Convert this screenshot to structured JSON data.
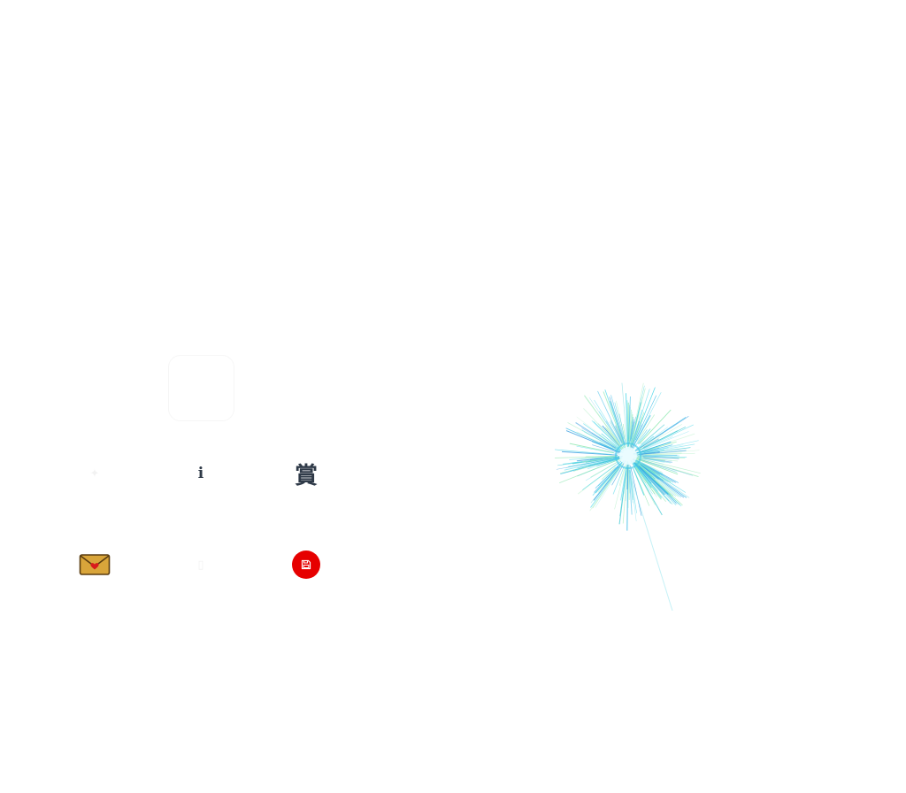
{
  "menu": {
    "items": [
      {
        "id": "share",
        "label": "",
        "icon": "share-icon"
      },
      {
        "id": "info",
        "label": "",
        "icon": "info-icon",
        "glyph": "i"
      },
      {
        "id": "award",
        "label": "",
        "icon": "award-kanji-icon",
        "glyph": "賞"
      },
      {
        "id": "mail",
        "label": "",
        "icon": "envelope-heart-icon"
      },
      {
        "id": "unknown",
        "label": "",
        "icon": "faint-icon"
      },
      {
        "id": "save",
        "label": "",
        "icon": "save-icon"
      }
    ]
  },
  "colors": {
    "icon_dark": "#2f3a48",
    "save_red": "#e60000",
    "envelope_gold": "#d9a53a",
    "heart_red": "#d81c1c",
    "firework_cyan": "#48d6e8"
  }
}
